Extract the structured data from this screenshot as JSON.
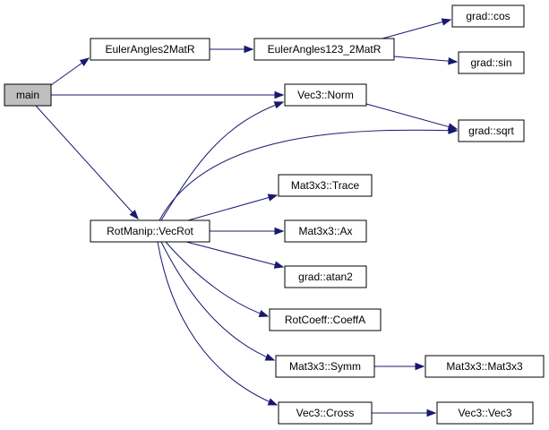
{
  "graph": {
    "colors": {
      "edge": "#191970",
      "root_fill": "#bfbfbf",
      "node_fill": "#ffffff",
      "border": "#000000"
    },
    "nodes": {
      "main": "main",
      "euler2": "EulerAngles2MatR",
      "euler123": "EulerAngles123_2MatR",
      "cos": "grad::cos",
      "sin": "grad::sin",
      "norm": "Vec3::Norm",
      "sqrt": "grad::sqrt",
      "vecrot": "RotManip::VecRot",
      "trace": "Mat3x3::Trace",
      "ax": "Mat3x3::Ax",
      "atan2": "grad::atan2",
      "coeffa": "RotCoeff::CoeffA",
      "symm": "Mat3x3::Symm",
      "mat3x3": "Mat3x3::Mat3x3",
      "cross": "Vec3::Cross",
      "vec3": "Vec3::Vec3"
    },
    "edges": [
      [
        "main",
        "euler2"
      ],
      [
        "main",
        "norm"
      ],
      [
        "main",
        "vecrot"
      ],
      [
        "euler2",
        "euler123"
      ],
      [
        "euler123",
        "cos"
      ],
      [
        "euler123",
        "sin"
      ],
      [
        "norm",
        "sqrt"
      ],
      [
        "vecrot",
        "norm"
      ],
      [
        "vecrot",
        "sqrt"
      ],
      [
        "vecrot",
        "trace"
      ],
      [
        "vecrot",
        "ax"
      ],
      [
        "vecrot",
        "atan2"
      ],
      [
        "vecrot",
        "coeffa"
      ],
      [
        "vecrot",
        "symm"
      ],
      [
        "vecrot",
        "cross"
      ],
      [
        "symm",
        "mat3x3"
      ],
      [
        "cross",
        "vec3"
      ]
    ]
  }
}
